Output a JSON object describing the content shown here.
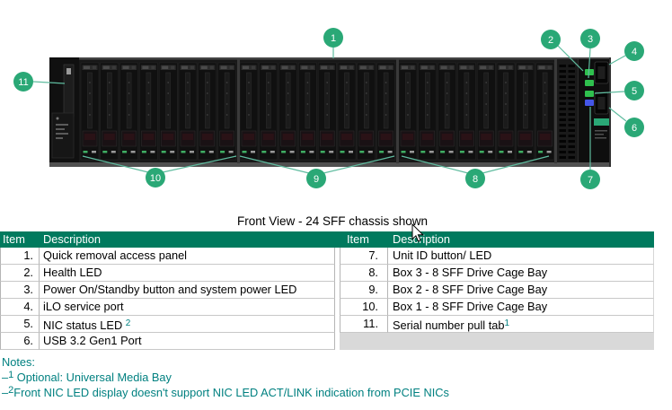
{
  "figure": {
    "caption": "Front View - 24 SFF chassis shown",
    "callouts": [
      "1",
      "2",
      "3",
      "4",
      "5",
      "6",
      "7",
      "8",
      "9",
      "10",
      "11"
    ],
    "leds": [
      "green",
      "green",
      "green",
      "blue"
    ]
  },
  "table": {
    "left": {
      "headers": [
        "Item",
        "Description"
      ],
      "rows": [
        {
          "item": "1.",
          "desc": "Quick removal access panel"
        },
        {
          "item": "2.",
          "desc": "Health LED"
        },
        {
          "item": "3.",
          "desc": "Power On/Standby button and system power LED"
        },
        {
          "item": "4.",
          "desc": "iLO service port"
        },
        {
          "item": "5.",
          "desc": "NIC status LED ",
          "sup": "2"
        },
        {
          "item": "6.",
          "desc": "USB 3.2 Gen1 Port"
        }
      ]
    },
    "right": {
      "headers": [
        "Item",
        "Description"
      ],
      "rows": [
        {
          "item": "7.",
          "desc": "Unit ID button/ LED"
        },
        {
          "item": "8.",
          "desc": "Box 3 - 8 SFF Drive Cage Bay"
        },
        {
          "item": "9.",
          "desc": "Box 2 - 8 SFF Drive Cage Bay"
        },
        {
          "item": "10.",
          "desc": "Box 1 - 8 SFF Drive Cage Bay"
        },
        {
          "item": "11.",
          "desc": "Serial number pull tab",
          "sup": "1"
        },
        {
          "item": "",
          "desc": "",
          "empty": true
        }
      ]
    }
  },
  "notes": {
    "title": "Notes:",
    "items": [
      {
        "dash": "–",
        "sup": "1",
        "text": " Optional: Universal Media Bay"
      },
      {
        "dash": "–",
        "sup": "2",
        "text": "Front NIC LED display doesn't support NIC LED ACT/LINK indication from PCIE NICs"
      }
    ]
  },
  "colors": {
    "table_header_bg": "#007A5E",
    "table_header_text": "#FFFFFF",
    "callout_green": "#2AA876",
    "leader_line": "#5FBC9F",
    "note_teal": "#008080",
    "led_green": "#2FC04E",
    "led_blue": "#4456E8",
    "empty_row_bg": "#D9D9D9"
  }
}
